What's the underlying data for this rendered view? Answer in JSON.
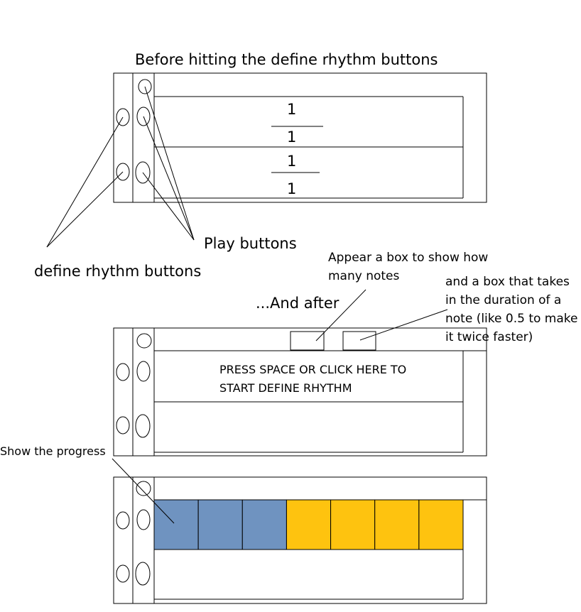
{
  "title": "Before hitting the define rhythm buttons",
  "labels": {
    "play_buttons": "Play buttons",
    "define_rhythm_buttons": "define rhythm buttons",
    "notes_box_callout": "Appear a box to show how many notes",
    "duration_box_callout": "and a box that takes in the duration of a note (like 0.5 to make it twice faster)",
    "and_after": "...And after",
    "press_space": "PRESS SPACE OR CLICK HERE TO START DEFINE RHYTHM",
    "show_progress": "Show the progress"
  },
  "time_signatures": [
    {
      "numerator": "1",
      "denominator": "1"
    },
    {
      "numerator": "1",
      "denominator": "1"
    }
  ],
  "progress": {
    "total_notes": 7,
    "completed_notes": 3,
    "completed_color": "#6f93c0",
    "pending_color": "#fec30f"
  }
}
